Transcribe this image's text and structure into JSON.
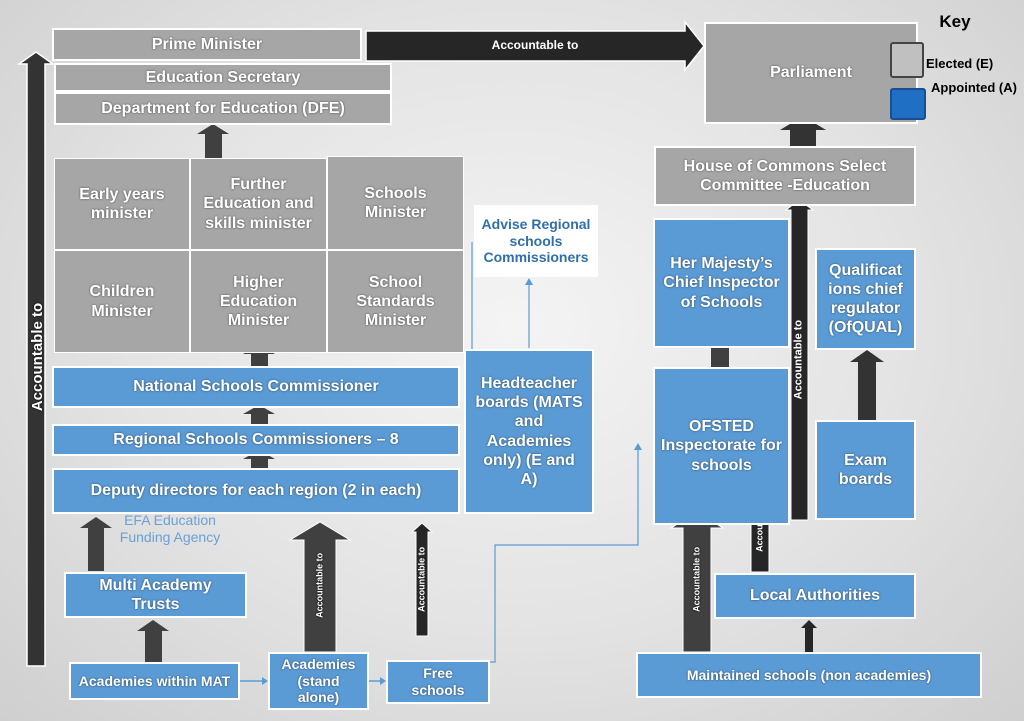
{
  "key": {
    "title": "Key",
    "elected": "Elected (E)",
    "appointed": "Appointed (A)",
    "elected_color": "#a6a6a6",
    "appointed_color": "#1f6fc5"
  },
  "nodes": {
    "prime_minister": "Prime Minister",
    "education_secretary": "Education Secretary",
    "dfe": "Department for Education (DFE)",
    "parliament": "Parliament",
    "early_years": "Early years minister",
    "further_education": "Further Education and skills minister",
    "schools_minister": "Schools Minister",
    "children_minister": "Children Minister",
    "higher_education": "Higher Education Minister",
    "school_standards": "School Standards Minister",
    "national_commissioner": "National Schools Commissioner",
    "regional_commissioners": "Regional Schools Commissioners – 8",
    "deputy_directors": "Deputy directors for each region (2 in each)",
    "headteacher_boards": "Headteacher boards (MATS and Academies only) (E and A)",
    "advise": "Advise Regional schools Commissioners",
    "efa": "EFA Education Funding Agency",
    "mat": "Multi Academy Trusts",
    "academies_mat": "Academies within MAT",
    "academies_stand_alone": "Academies (stand alone)",
    "free_schools": "Free schools",
    "commons_committee": "House of Commons Select Committee -Education",
    "chief_inspector": "Her Majesty’s Chief Inspector of Schools",
    "qualifications_regulator": "Qualificat ions chief regulator (OfQUAL)",
    "ofsted": "OFSTED Inspectorate for schools",
    "exam_boards": "Exam boards",
    "local_authorities": "Local Authorities",
    "maintained_schools": "Maintained schools (non academies)"
  },
  "labels": {
    "accountable_to_top": "Accountable to",
    "accountable_to_side": "Accountable to",
    "accountable_to_small": "Accountable to"
  },
  "colors": {
    "elected": "#a6a6a6",
    "appointed": "#5b9bd5",
    "arrow": "#404040",
    "arrow_dark": "#262626"
  }
}
